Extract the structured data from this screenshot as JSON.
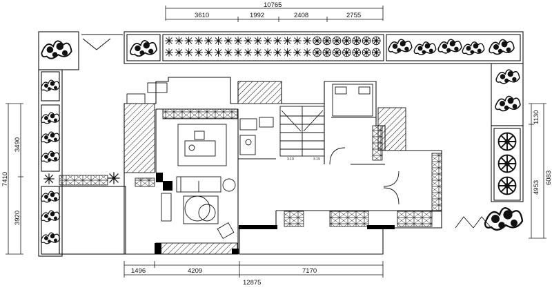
{
  "dimensions": {
    "top_total": "10765",
    "top": [
      "3610",
      "1992",
      "2408",
      "2755"
    ],
    "bottom": [
      "1496",
      "4209",
      "7170"
    ],
    "bottom_total": "12875",
    "left": [
      "3490",
      "3920"
    ],
    "left_total": "7410",
    "right": [
      "1130",
      "4953"
    ],
    "right_total": "6083"
  },
  "stair_labels": [
    "3.19",
    "3.19"
  ],
  "colors": {
    "line": "#111111",
    "fill_wall": "#000000",
    "background": "#ffffff"
  }
}
